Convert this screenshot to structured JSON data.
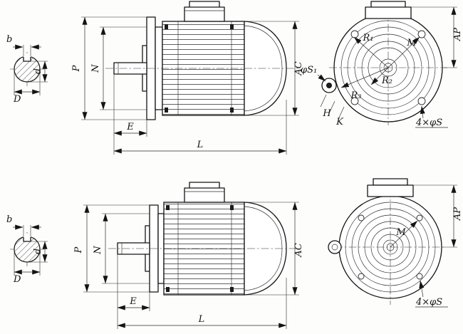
{
  "top": {
    "shaft": {
      "b": "b",
      "d": "d",
      "D": "D"
    },
    "side": {
      "P": "P",
      "N": "N",
      "E": "E",
      "L": "L",
      "AC": "AC"
    },
    "front": {
      "R1": "R₁",
      "M": "M",
      "R2": "R₂",
      "R3": "R₃",
      "H": "H",
      "K": "K",
      "phi_s1": "φS₁",
      "holes": "4×φS",
      "AP": "AP"
    }
  },
  "bottom": {
    "shaft": {
      "b": "b",
      "d": "d",
      "D": "D"
    },
    "side": {
      "P": "P",
      "N": "N",
      "E": "E",
      "L": "L",
      "AC": "AC"
    },
    "front": {
      "M": "M",
      "holes": "4×φS",
      "AP": "AP"
    }
  }
}
